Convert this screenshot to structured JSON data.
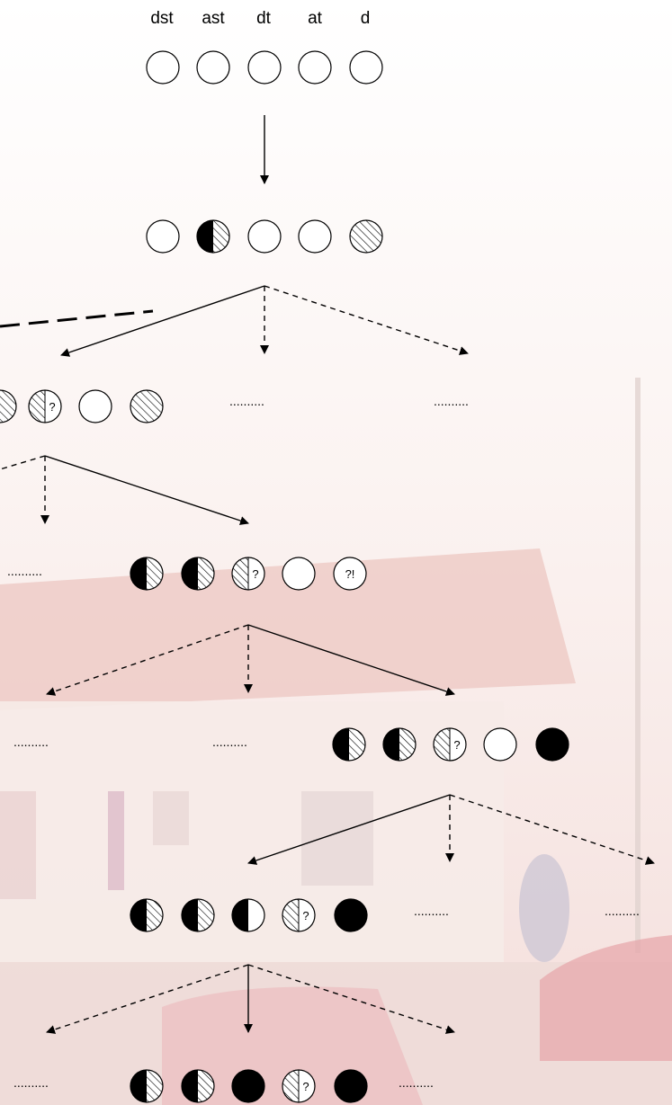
{
  "header_labels": [
    "dst",
    "ast",
    "dt",
    "at",
    "d"
  ],
  "question_mark": "?",
  "question_exclaim": "?!",
  "dots_label": "..........",
  "colors": {
    "ink": "#000000",
    "hatch": "#000000",
    "background_tint": "#f3d9d4"
  },
  "legend_states": [
    "empty",
    "hatched",
    "half-black-hatched",
    "hatched-question",
    "half-black",
    "black",
    "question-exclaim"
  ],
  "levels": [
    {
      "name": "level-0",
      "circles": [
        "empty",
        "empty",
        "empty",
        "empty",
        "empty"
      ]
    },
    {
      "name": "level-1",
      "circles": [
        "empty",
        "half-black-hatched",
        "empty",
        "empty",
        "hatched"
      ]
    },
    {
      "name": "level-2",
      "circles": [
        "hatched",
        "hatched-question",
        "empty",
        "hatched"
      ]
    },
    {
      "name": "level-3",
      "circles": [
        "half-black-hatched",
        "half-black-hatched",
        "hatched-question",
        "empty",
        "question-exclaim"
      ]
    },
    {
      "name": "level-4",
      "circles": [
        "half-black-hatched",
        "half-black-hatched",
        "hatched-question",
        "empty",
        "black"
      ]
    },
    {
      "name": "level-5",
      "circles": [
        "half-black-hatched",
        "half-black-hatched",
        "half-black",
        "hatched-question",
        "black"
      ]
    },
    {
      "name": "level-6",
      "circles": [
        "half-black-hatched",
        "half-black-hatched",
        "black",
        "hatched-question",
        "black"
      ]
    }
  ]
}
